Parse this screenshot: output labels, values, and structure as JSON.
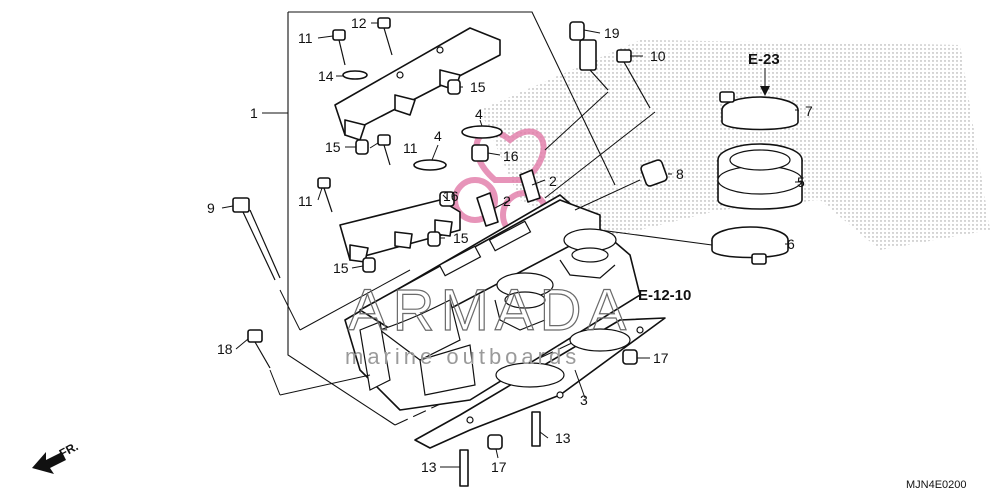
{
  "diagram": {
    "callouts": [
      {
        "id": "c1",
        "text": "1"
      },
      {
        "id": "c2a",
        "text": "2"
      },
      {
        "id": "c2b",
        "text": "2"
      },
      {
        "id": "c3",
        "text": "3"
      },
      {
        "id": "c4a",
        "text": "4"
      },
      {
        "id": "c4b",
        "text": "4"
      },
      {
        "id": "c5",
        "text": "5"
      },
      {
        "id": "c6",
        "text": "6"
      },
      {
        "id": "c7",
        "text": "7"
      },
      {
        "id": "c8",
        "text": "8"
      },
      {
        "id": "c9",
        "text": "9"
      },
      {
        "id": "c10",
        "text": "10"
      },
      {
        "id": "c11a",
        "text": "11"
      },
      {
        "id": "c11b",
        "text": "11"
      },
      {
        "id": "c11c",
        "text": "11"
      },
      {
        "id": "c12",
        "text": "12"
      },
      {
        "id": "c13a",
        "text": "13"
      },
      {
        "id": "c13b",
        "text": "13"
      },
      {
        "id": "c14",
        "text": "14"
      },
      {
        "id": "c15a",
        "text": "15"
      },
      {
        "id": "c15b",
        "text": "15"
      },
      {
        "id": "c15c",
        "text": "15"
      },
      {
        "id": "c15d",
        "text": "15"
      },
      {
        "id": "c16a",
        "text": "16"
      },
      {
        "id": "c16b",
        "text": "16"
      },
      {
        "id": "c17a",
        "text": "17"
      },
      {
        "id": "c17b",
        "text": "17"
      },
      {
        "id": "c18",
        "text": "18"
      },
      {
        "id": "c19",
        "text": "19"
      }
    ],
    "ref_e23": "E-23",
    "ref_e1210": "E-12-10",
    "front_label": "FR.",
    "diagram_code": "MJN4E0200",
    "watermark": {
      "brand": "ARMADA",
      "tagline": "marine outboards"
    }
  }
}
